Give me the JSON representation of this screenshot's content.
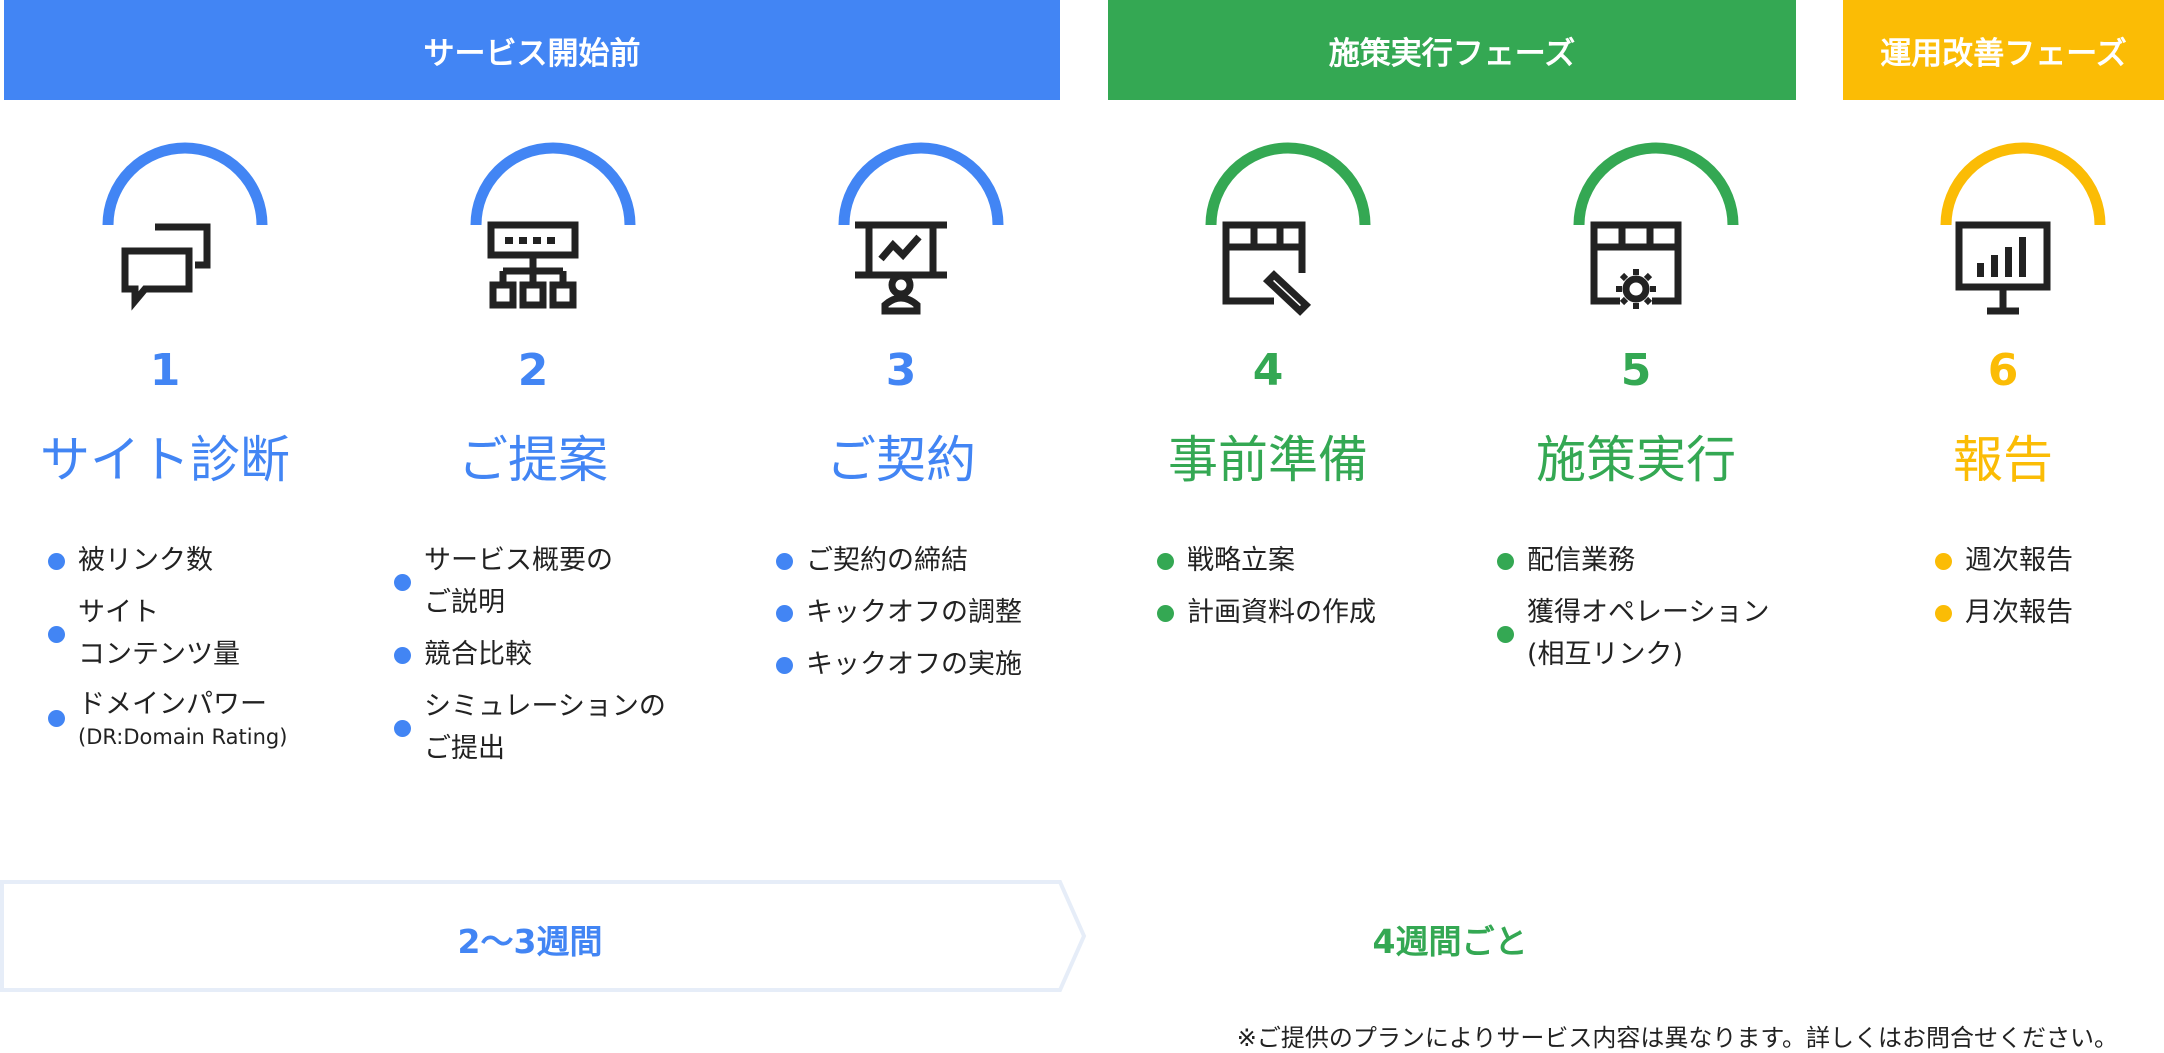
{
  "colors": {
    "blue": "#4285f4",
    "green": "#34a853",
    "yellow": "#fbbc05",
    "ink": "#222222"
  },
  "phases": [
    {
      "label": "サービス開始前"
    },
    {
      "label": "施策実行フェーズ"
    },
    {
      "label": "運用改善フェーズ"
    }
  ],
  "steps": [
    {
      "number": "1",
      "title": "サイト診断",
      "icon": "chat-bubbles-icon",
      "bullets": [
        {
          "text": "被リンク数"
        },
        {
          "text": "サイト\nコンテンツ量"
        },
        {
          "text": "ドメインパワー",
          "sub": "(DR:Domain Rating)"
        }
      ]
    },
    {
      "number": "2",
      "title": "ご提案",
      "icon": "org-chart-icon",
      "bullets": [
        {
          "text": "サービス概要の\nご説明"
        },
        {
          "text": "競合比較"
        },
        {
          "text": "シミュレーションの\nご提出"
        }
      ]
    },
    {
      "number": "3",
      "title": "ご契約",
      "icon": "presentation-icon",
      "bullets": [
        {
          "text": "ご契約の締結"
        },
        {
          "text": "キックオフの調整"
        },
        {
          "text": "キックオフの実施"
        }
      ]
    },
    {
      "number": "4",
      "title": "事前準備",
      "icon": "design-edit-icon",
      "bullets": [
        {
          "text": "戦略立案"
        },
        {
          "text": "計画資料の作成"
        }
      ]
    },
    {
      "number": "5",
      "title": "施策実行",
      "icon": "settings-window-icon",
      "bullets": [
        {
          "text": "配信業務"
        },
        {
          "text": "獲得オペレーション\n(相互リンク)"
        }
      ]
    },
    {
      "number": "6",
      "title": "報告",
      "icon": "report-chart-icon",
      "bullets": [
        {
          "text": "週次報告"
        },
        {
          "text": "月次報告"
        }
      ]
    }
  ],
  "durations": {
    "before": "2〜3週間",
    "execution": "4週間ごと"
  },
  "note": "※ご提供のプランによりサービス内容は異なります。詳しくはお問合せください。"
}
